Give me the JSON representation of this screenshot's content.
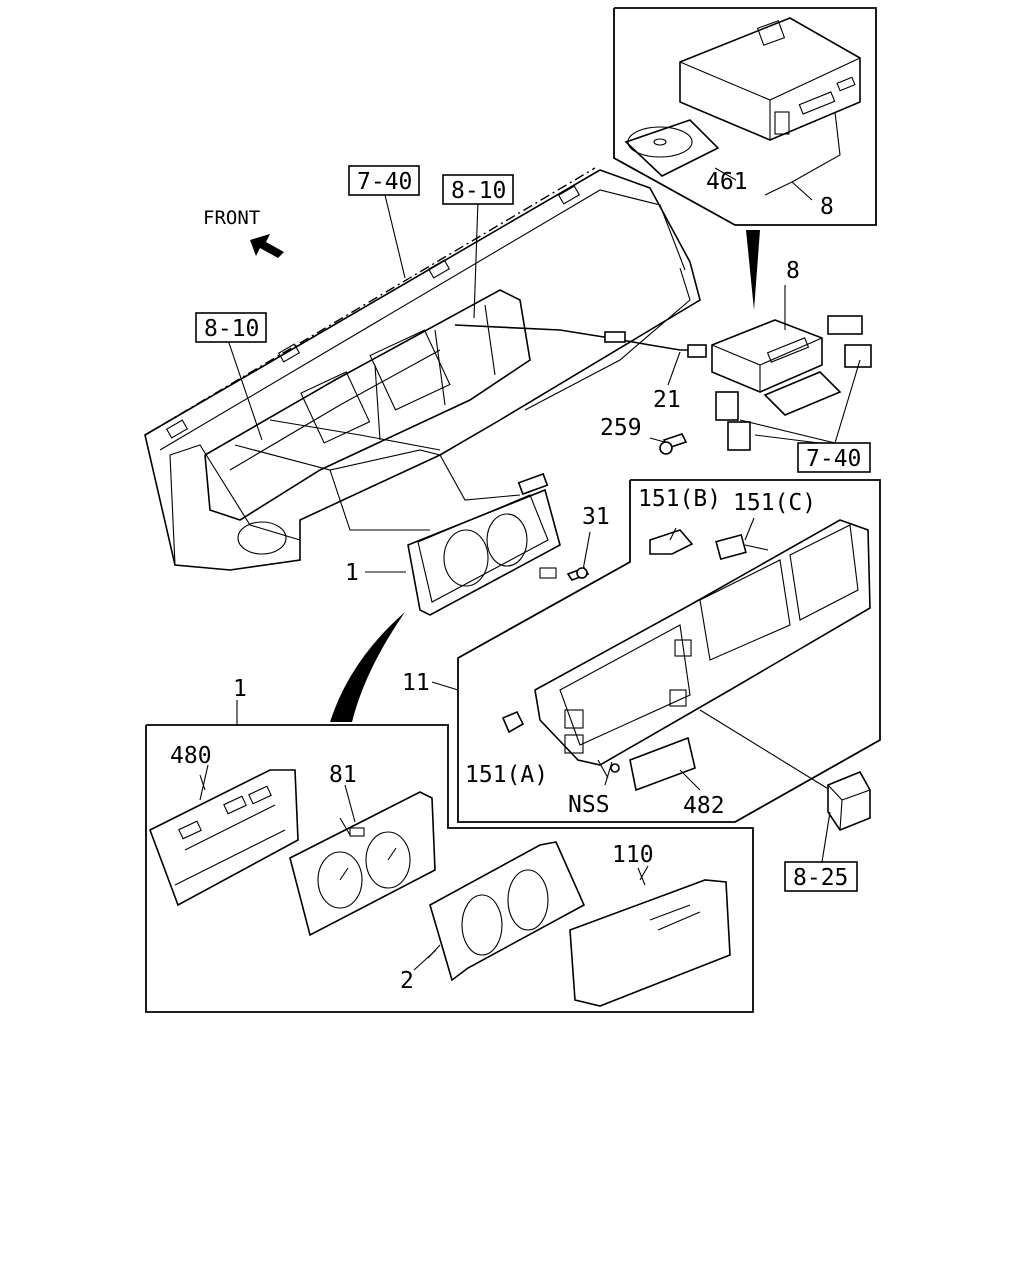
{
  "orientation": {
    "label": "FRONT",
    "icon": "arrow-up-left-icon"
  },
  "reference_boxes": {
    "ref_7_40_top": "7-40",
    "ref_8_10_top": "8-10",
    "ref_8_10_left": "8-10",
    "ref_7_40_right": "7-40",
    "ref_8_25": "8-25"
  },
  "callouts": {
    "p461": "461",
    "p8_box": "8",
    "p8": "8",
    "p21": "21",
    "p259": "259",
    "p31": "31",
    "p1": "1",
    "p151b": "151(B)",
    "p151c": "151(C)",
    "p11": "11",
    "p151a": "151(A)",
    "pnss": "NSS",
    "p482": "482",
    "p1_detail": "1",
    "p480": "480",
    "p81": "81",
    "p110": "110",
    "p2": "2"
  }
}
